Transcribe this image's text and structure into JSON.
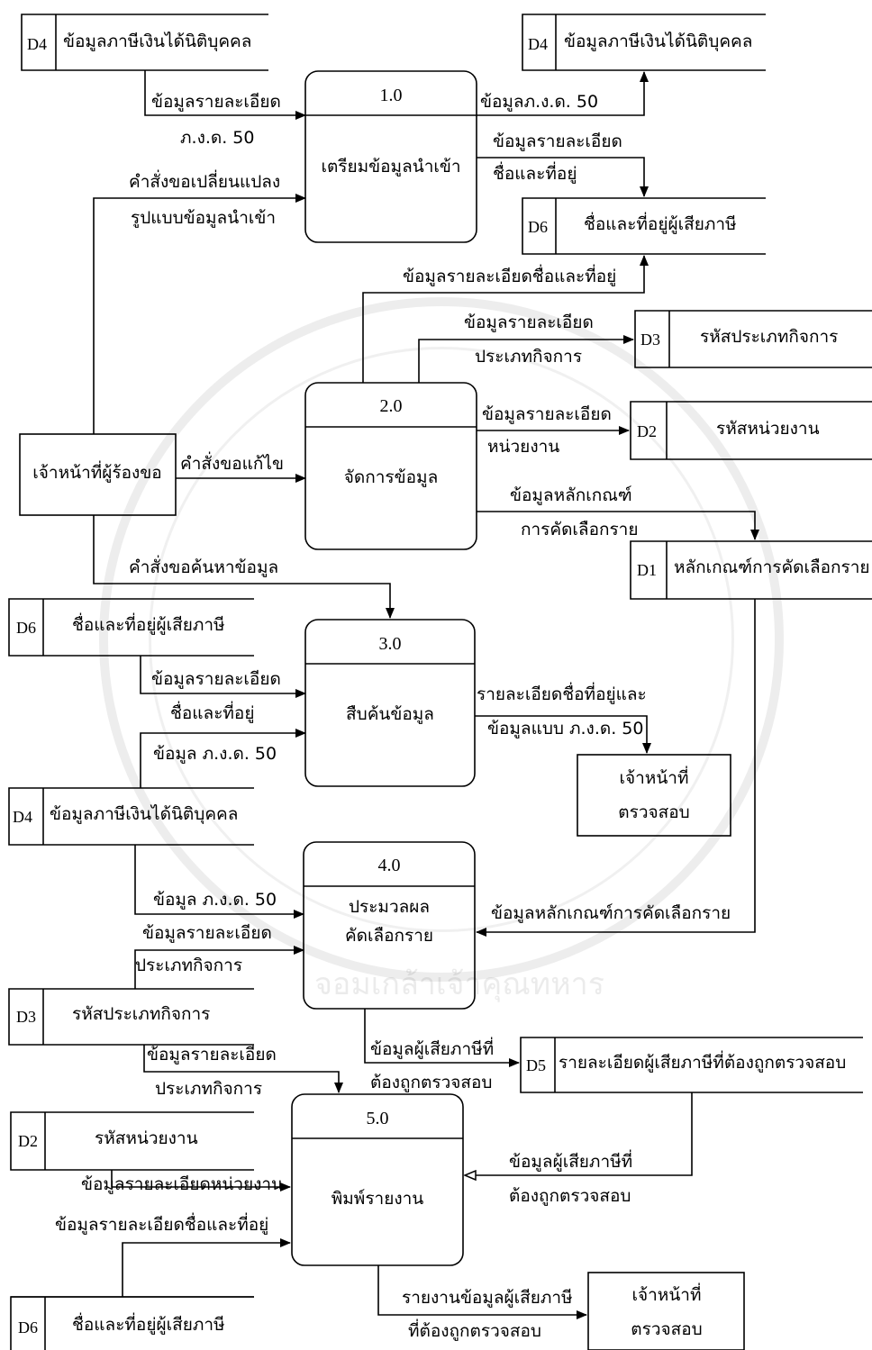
{
  "processes": [
    {
      "key": "p1",
      "number": "1.0",
      "name1": "เตรียมข้อมูลนำเข้า",
      "name2": ""
    },
    {
      "key": "p2",
      "number": "2.0",
      "name1": "จัดการข้อมูล",
      "name2": ""
    },
    {
      "key": "p3",
      "number": "3.0",
      "name1": "สืบค้นข้อมูล",
      "name2": ""
    },
    {
      "key": "p4",
      "number": "4.0",
      "name1": "ประมวลผล",
      "name2": "คัดเลือกราย"
    },
    {
      "key": "p5",
      "number": "5.0",
      "name1": "พิมพ์รายงาน",
      "name2": ""
    }
  ],
  "stores": {
    "s_d4_top_left": {
      "id": "D4",
      "name": "ข้อมูลภาษีเงินได้นิติบุคคล"
    },
    "s_d4_top_right": {
      "id": "D4",
      "name": "ข้อมูลภาษีเงินได้นิติบุคคล"
    },
    "s_d6_top": {
      "id": "D6",
      "name": "ชื่อและที่อยู่ผู้เสียภาษี"
    },
    "s_d3_right": {
      "id": "D3",
      "name": "รหัสประเภทกิจการ"
    },
    "s_d2_right": {
      "id": "D2",
      "name": "รหัสหน่วยงาน"
    },
    "s_d1_right": {
      "id": "D1",
      "name": "หลักเกณฑ์การคัดเลือกราย"
    },
    "s_d6_mid": {
      "id": "D6",
      "name": "ชื่อและที่อยู่ผู้เสียภาษี"
    },
    "s_d4_mid": {
      "id": "D4",
      "name": "ข้อมูลภาษีเงินได้นิติบุคคล"
    },
    "s_d3_left": {
      "id": "D3",
      "name": "รหัสประเภทกิจการ"
    },
    "s_d5": {
      "id": "D5",
      "name": "รายละเอียดผู้เสียภาษีที่ต้องถูกตรวจสอบ"
    },
    "s_d2_left": {
      "id": "D2",
      "name": "รหัสหน่วยงาน"
    },
    "s_d6_bottom": {
      "id": "D6",
      "name": "ชื่อและที่อยู่ผู้เสียภาษี"
    }
  },
  "entities": {
    "requester": {
      "line1": "เจ้าหน้าที่ผู้ร้องขอ",
      "line2": ""
    },
    "inspector_mid": {
      "line1": "เจ้าหน้าที่",
      "line2": "ตรวจสอบ"
    },
    "inspector_bottom": {
      "line1": "เจ้าหน้าที่",
      "line2": "ตรวจสอบ"
    }
  },
  "flows": {
    "f1a": "ข้อมูลรายละเอียด",
    "f1b": "ภ.ง.ด. 50",
    "f2": "ข้อมูลภ.ง.ด. 50",
    "f3a": "ข้อมูลรายละเอียด",
    "f3b": "ชื่อและที่อยู่",
    "f4a": "คำสั่งขอเปลี่ยนแปลง",
    "f4b": "รูปแบบข้อมูลนำเข้า",
    "f5": "ข้อมูลรายละเอียดชื่อและที่อยู่",
    "f6a": "ข้อมูลรายละเอียด",
    "f6b": "ประเภทกิจการ",
    "f7a": "ข้อมูลรายละเอียด",
    "f7b": "หน่วยงาน",
    "f8": "คำสั่งขอแก้ไข",
    "f9a": "ข้อมูลหลักเกณฑ์",
    "f9b": "การคัดเลือกราย",
    "f10": "คำสั่งขอค้นหาข้อมูล",
    "f11a": "ข้อมูลรายละเอียด",
    "f11b": "ชื่อและที่อยู่",
    "f12": "ข้อมูล ภ.ง.ด. 50",
    "f13a": "รายละเอียดชื่อที่อยู่และ",
    "f13b": "ข้อมูลแบบ ภ.ง.ด. 50",
    "f14": "ข้อมูล ภ.ง.ด. 50",
    "f15a": "ข้อมูลรายละเอียด",
    "f15b": "ประเภทกิจการ",
    "f16": "ข้อมูลหลักเกณฑ์การคัดเลือกราย",
    "f17a": "ข้อมูลผู้เสียภาษีที่",
    "f17b": "ต้องถูกตรวจสอบ",
    "f18a": "ข้อมูลรายละเอียด",
    "f18b": "ประเภทกิจการ",
    "f19a": "ข้อมูลผู้เสียภาษีที่",
    "f19b": "ต้องถูกตรวจสอบ",
    "f20": "ข้อมูลรายละเอียดหน่วยงาน",
    "f21": "ข้อมูลรายละเอียดชื่อและที่อยู่",
    "f22a": "รายงานข้อมูลผู้เสียภาษี",
    "f22b": "ที่ต้องถูกตรวจสอบ"
  },
  "watermark": "จอมเกล้าเจ้าคุณทหาร"
}
